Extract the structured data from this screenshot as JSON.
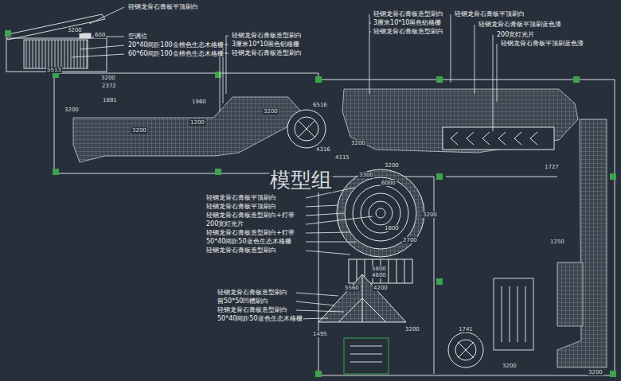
{
  "diagram": {
    "labels": [
      "轻钢龙骨石膏板平顶刷白",
      "空调位",
      "20*40间距100金檀色生态木格栅",
      "60*60间距100金檀色生态木格栅",
      "轻钢龙骨石膏板造型刷白",
      "3厘米10*10黑色铝格栅",
      "轻钢龙骨石膏板造型刷白",
      "轻钢龙骨石膏板造型刷白",
      "3厘米10*10黑色铝格栅",
      "轻钢龙骨石膏板造型刷白",
      "轻钢龙骨石膏板平顶刷白",
      "轻钢龙骨石膏板平顶刷蓝色漆",
      "200宽灯光片",
      "轻钢龙骨石膏板平顶刷蓝色漆",
      "轻钢龙骨石膏板平顶刷白",
      "轻钢龙骨石膏板平顶刷白",
      "轻钢龙骨石膏板造型刷白+灯带",
      "200宽灯光片",
      "轻钢龙骨石膏板造型刷白+灯带",
      "50*40间距50蓝色生态木格栅",
      "轻钢龙骨石膏板造型刷白",
      "轻钢龙骨石膏板造型刷白",
      "留50*50凹槽刷白",
      "轻钢龙骨石膏板造型刷白",
      "50*40间距50蓝色生态木格栅",
      "模型组",
      "3200",
      "600",
      "5513",
      "3200",
      "2372",
      "1881",
      "3200",
      "1200",
      "1960",
      "6516",
      "4316",
      "4115",
      "3200",
      "3200",
      "3300",
      "6000",
      "2700",
      "1800",
      "3200",
      "5800",
      "4600",
      "4200",
      "5560",
      "1495",
      "1741",
      "1250",
      "1727",
      "3200",
      "3200",
      "3200",
      "3200",
      "3200"
    ]
  }
}
